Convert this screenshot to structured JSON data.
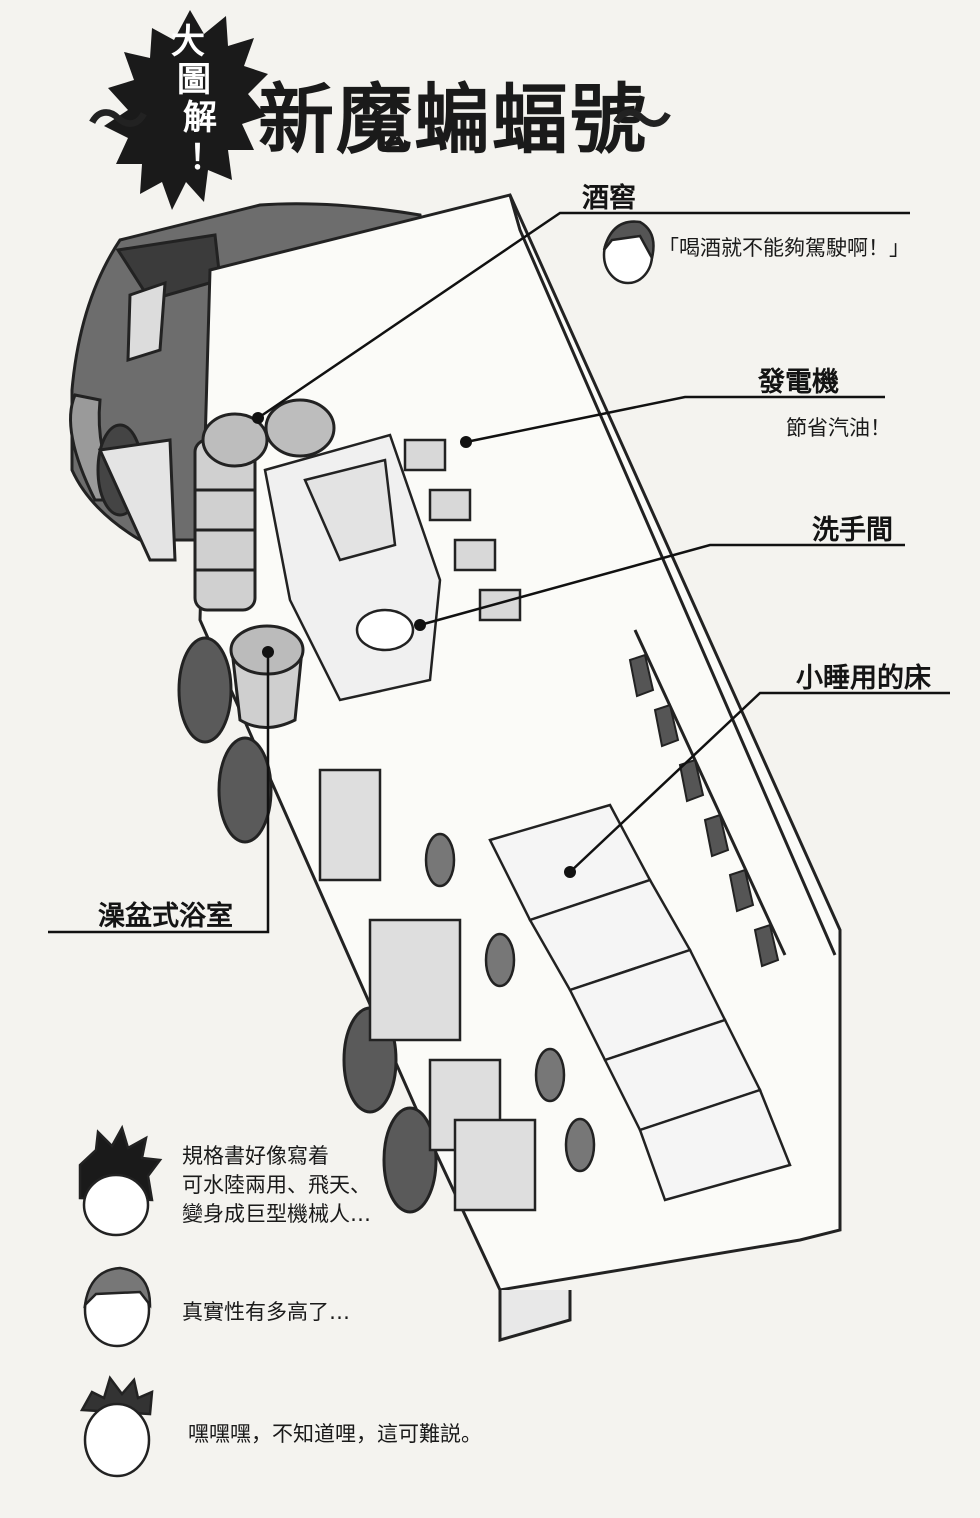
{
  "title": {
    "badge": [
      "大",
      "圖",
      "解",
      "！"
    ],
    "main": "新魔蝙蝠號",
    "tilde_left": "～",
    "tilde_right": "～"
  },
  "callouts": {
    "wine_cellar": {
      "label": "酒窖",
      "note": "「喝酒就不能夠駕駛啊！」"
    },
    "generator": {
      "label": "發電機",
      "note": "節省汽油！"
    },
    "restroom": {
      "label": "洗手間"
    },
    "nap_bed": {
      "label": "小睡用的床"
    },
    "bathtub": {
      "label": "澡盆式浴室"
    }
  },
  "comments": [
    {
      "character": "spiky-hair-boy",
      "lines": [
        "規格書好像寫着",
        "可水陸兩用、飛天、",
        "變身成巨型機械人…"
      ]
    },
    {
      "character": "short-hair-girl",
      "lines": [
        "真實性有多高了…"
      ]
    },
    {
      "character": "devil-grin-man",
      "lines": [
        "嘿嘿嘿，不知道哩，這可難説。"
      ]
    }
  ]
}
